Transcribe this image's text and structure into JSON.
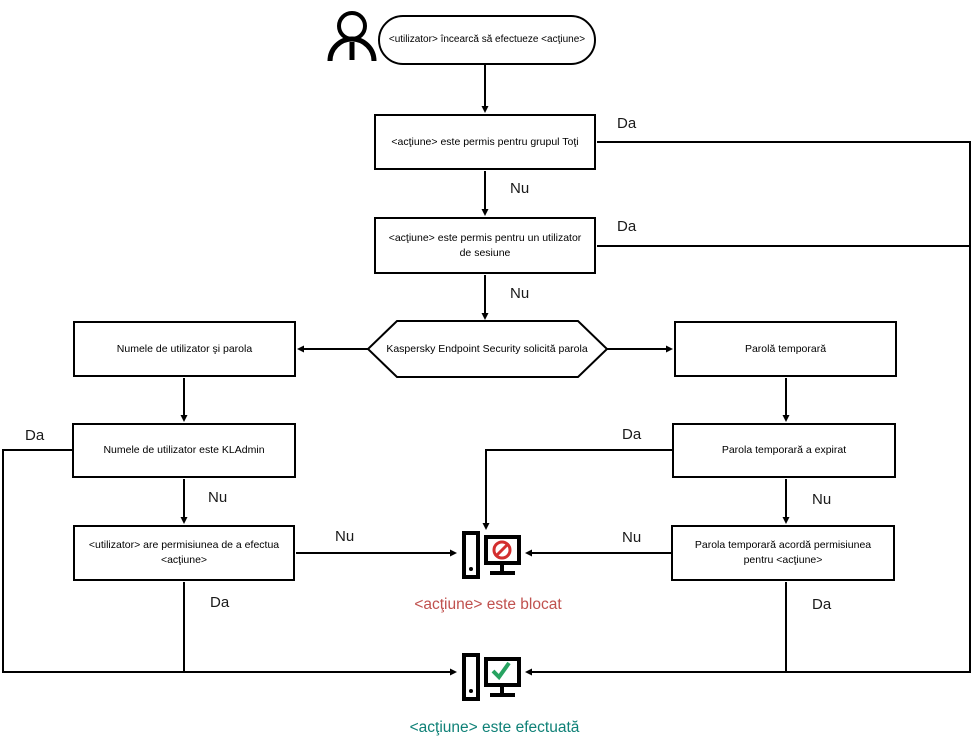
{
  "flowchart": {
    "start_node": "<utilizator> încearcă să efectueze <acţiune>",
    "nodes": {
      "action_allowed_everyone": "<acţiune> este permis pentru grupul Toţi",
      "action_allowed_session_user": "<acţiune> este permis pentru un utilizator de sesiune",
      "password_prompt": "Kaspersky Endpoint Security solicită parola",
      "username_and_password": "Numele de utilizator şi parola",
      "temporary_password": "Parolă temporară",
      "username_is_kladmin": "Numele de utilizator este KLAdmin",
      "user_has_permission": "<utilizator> are permisiunea de a efectua <acţiune>",
      "temporary_password_expired": "Parola temporară a expirat",
      "temporary_password_grants_permission": "Parola temporară acordă permisiunea pentru <acţiune>"
    },
    "edge_labels": {
      "yes": "Da",
      "no": "Nu"
    },
    "outcomes": {
      "blocked": {
        "label": "<acţiune> este blocat",
        "color": "#c0514e"
      },
      "performed": {
        "label": "<acţiune> este efectuată",
        "color": "#0f8177"
      }
    },
    "icons": {
      "user": "person-icon",
      "blocked": "computer-blocked-icon",
      "performed": "computer-success-icon"
    },
    "status_colors": {
      "prohibition_sign": "#d32f2f",
      "check_mark": "#27a361",
      "line": "#000000"
    }
  }
}
